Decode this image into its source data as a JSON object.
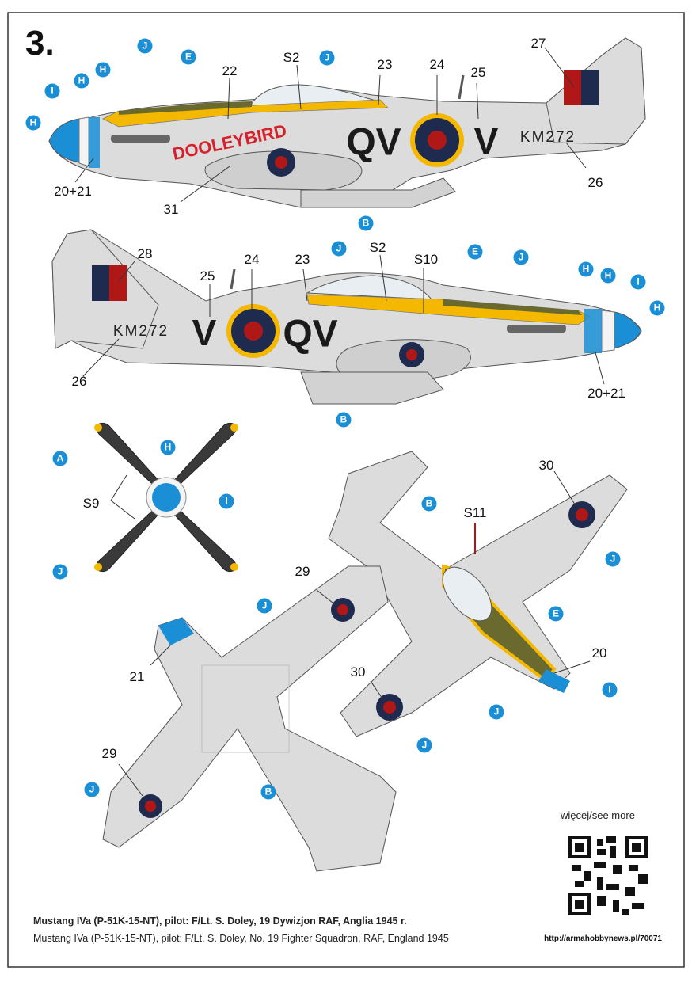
{
  "plate": {
    "number": "3."
  },
  "aircraft": {
    "nose_art": "DOOLEYBIRD",
    "code_letters": "QV",
    "individual_letter": "V",
    "serial": "KM272"
  },
  "callouts": {
    "n20_21": "20+21",
    "n20": "20",
    "n21": "21",
    "n22": "22",
    "n23": "23",
    "n24": "24",
    "n25": "25",
    "n26": "26",
    "n27": "27",
    "n28": "28",
    "n29": "29",
    "n30": "30",
    "n31": "31",
    "S2": "S2",
    "S9": "S9",
    "S10": "S10",
    "S11": "S11"
  },
  "color_keys": {
    "A": "A",
    "B": "B",
    "E": "E",
    "H": "H",
    "I": "I",
    "J": "J"
  },
  "caption": {
    "pl": "Mustang IVa  (P-51K-15-NT),  pilot: F/Lt. S. Doley, 19 Dywizjon RAF, Anglia 1945 r.",
    "en": "Mustang IVa  (P-51K-15-NT), pilot: F/Lt. S. Doley, No. 19 Fighter Squadron, RAF, England 1945"
  },
  "more": {
    "label": "więcej/see more",
    "url": "http://armahobbynews.pl/70071"
  },
  "colors": {
    "silver": "#dcdcdc",
    "yellow": "#f5b800",
    "olive": "#6b6a2e",
    "blue": "#1a8fd6",
    "roundel_blue": "#1f2a4f",
    "roundel_red": "#b01818",
    "propeller": "#3a3a3a",
    "nose_art_red": "#d8202a"
  }
}
